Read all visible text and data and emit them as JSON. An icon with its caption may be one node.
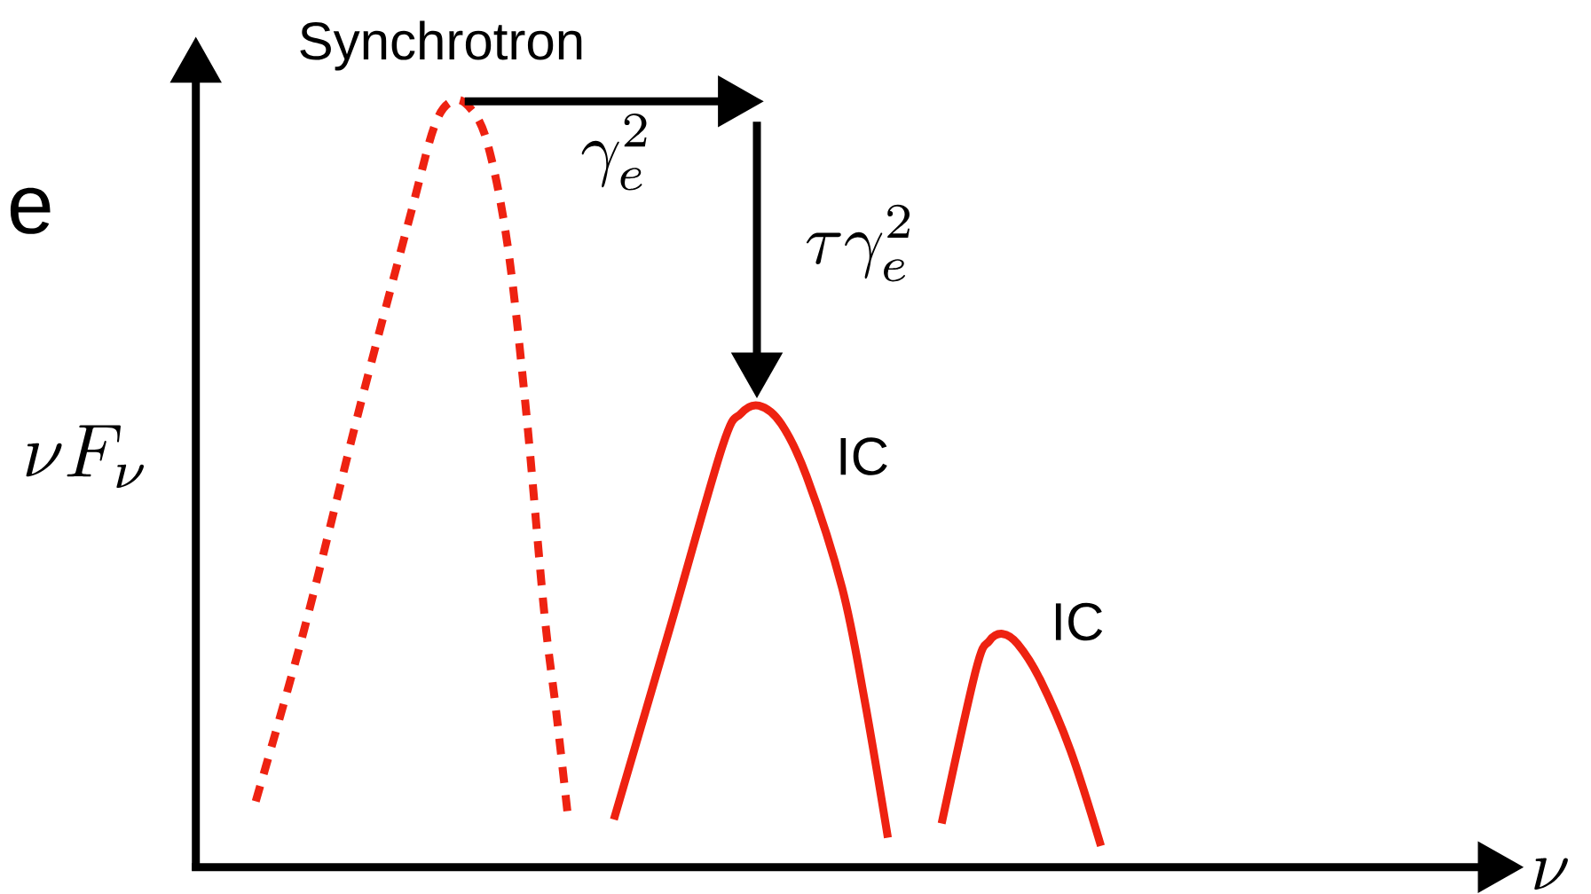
{
  "diagram": {
    "nodes": [
      {
        "text": [
          "Synchrotron"
        ]
      },
      {
        "text": [
          "IC"
        ]
      },
      {
        "text": [
          "IC"
        ]
      }
    ],
    "labels": [
      "e",
      "\\nu F_\\nu",
      "\\gamma_e^2",
      "\\tau\\gamma_e^2",
      "\\nu"
    ]
  }
}
